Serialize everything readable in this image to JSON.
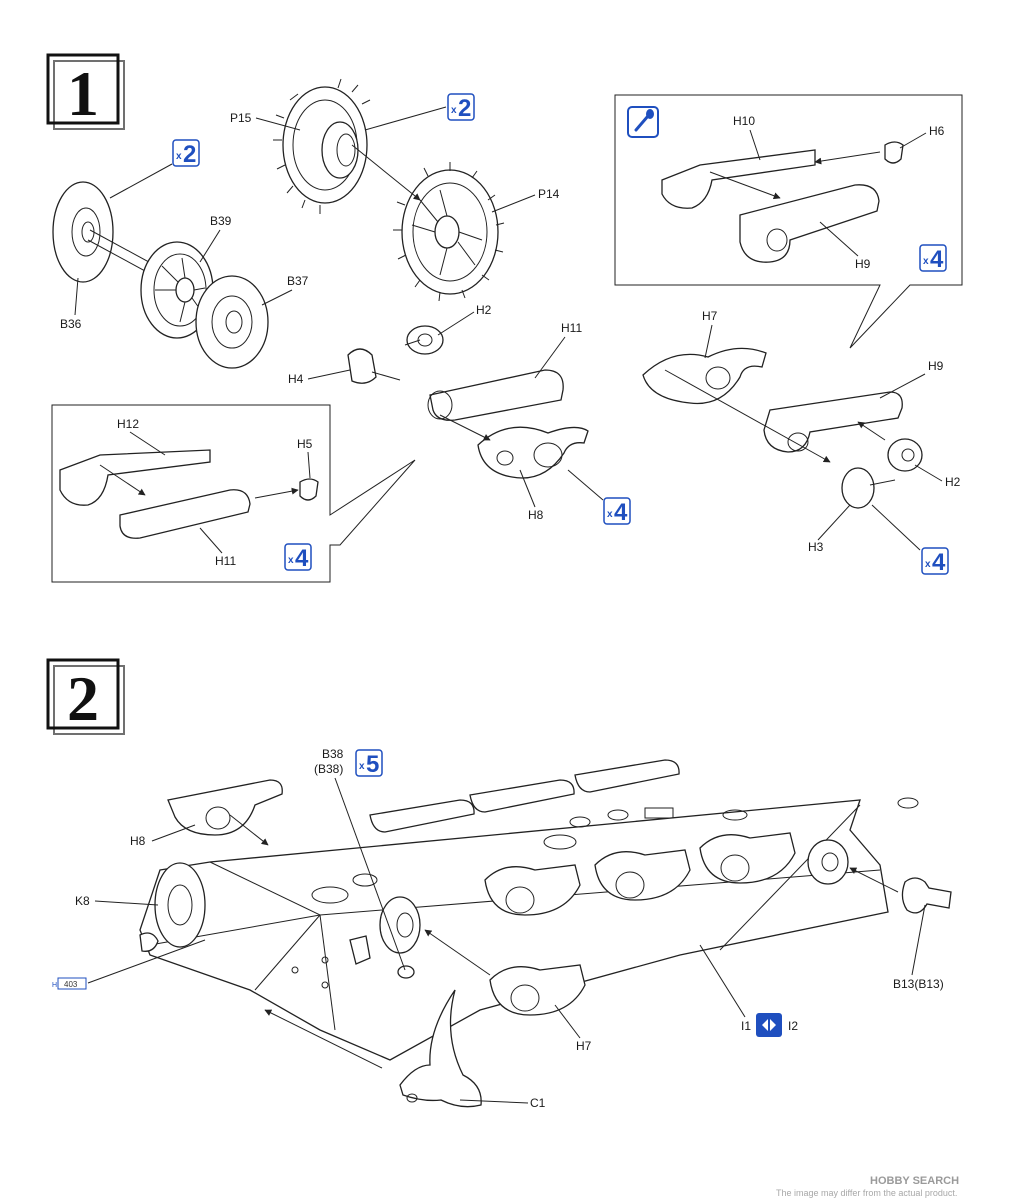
{
  "colors": {
    "accent": "#1f4fbf",
    "ink": "#222222",
    "paper": "#ffffff"
  },
  "watermark": {
    "brand": "HOBBY SEARCH",
    "note": "The image may differ from the actual product."
  },
  "steps": [
    {
      "number": "1",
      "badges": [
        {
          "x": "x",
          "n": "2"
        },
        {
          "x": "x",
          "n": "2"
        },
        {
          "x": "x",
          "n": "4"
        },
        {
          "x": "x",
          "n": "4"
        },
        {
          "x": "x",
          "n": "4"
        },
        {
          "x": "x",
          "n": "4"
        }
      ],
      "labels": [
        "P15",
        "P14",
        "B39",
        "B37",
        "B36",
        "H2",
        "H11",
        "H4",
        "H8",
        "H12",
        "H5",
        "H11",
        "H10",
        "H6",
        "H9",
        "H7",
        "H9",
        "H2",
        "H3"
      ],
      "glue_icon": "cement-brush-icon"
    },
    {
      "number": "2",
      "badges": [
        {
          "x": "x",
          "n": "5"
        }
      ],
      "labels": [
        "B38",
        "(B38)",
        "H8",
        "K8",
        "B13(B13)",
        "I1",
        "I2",
        "H7",
        "C1"
      ],
      "ref_box": {
        "prefix": "H",
        "number": "403"
      },
      "swap_icon": "mirror-arrows-icon"
    }
  ]
}
